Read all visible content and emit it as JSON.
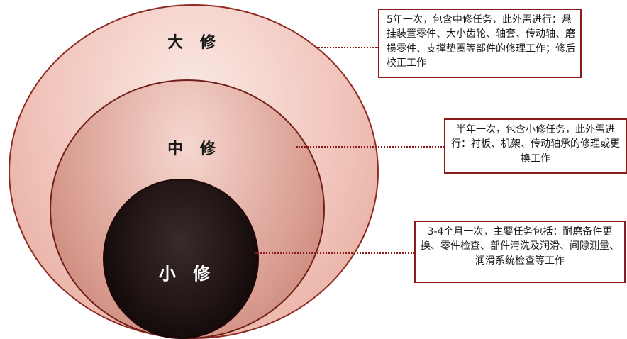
{
  "title": "",
  "rings": {
    "major": {
      "label": "大 修",
      "description": "5年一次，包含中修任务，此外需进行：悬挂装置零件、大小齿轮、轴套、传动轴、磨损零件、支撑垫圈等部件的修理工作；修后校正工作"
    },
    "medium": {
      "label": "中 修",
      "description": "半年一次，包含小修任务，此外需进行：衬板、机架、传动轴承的修理或更换工作"
    },
    "minor": {
      "label": "小 修",
      "description": "3-4个月一次，主要任务包括：耐磨备件更换、零件检查、部件清洗及润滑、间隙测量、润滑系统检查等工作"
    }
  },
  "colors": {
    "outer_fill": "#f1c6bd",
    "middle_fill": "#dba195",
    "inner_fill": "#140a0a",
    "accent": "#8b1a1a"
  }
}
